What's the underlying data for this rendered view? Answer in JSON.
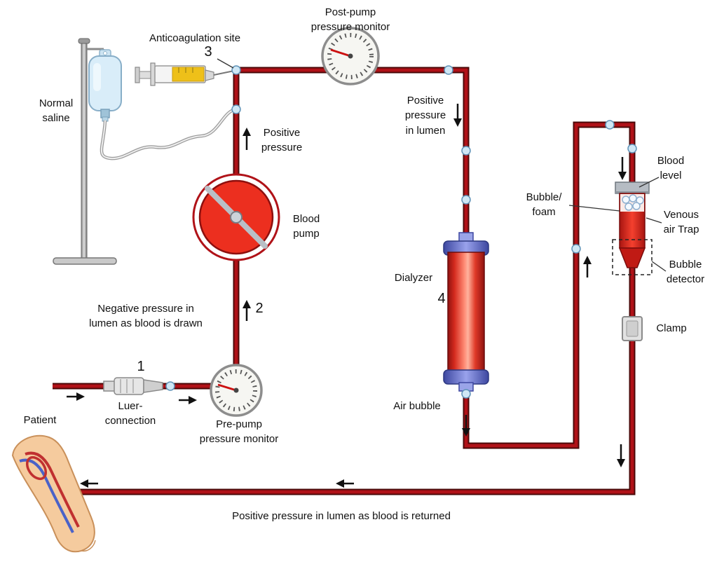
{
  "labels": {
    "normal_saline": "Normal\nsaline",
    "anticoagulation_site": "Anticoagulation site",
    "post_pump_monitor": "Post-pump\npressure monitor",
    "positive_pressure": "Positive\npressure",
    "positive_pressure_in_lumen": "Positive\npressure\nin lumen",
    "blood_pump": "Blood\npump",
    "negative_pressure": "Negative pressure in\nlumen as blood is drawn",
    "luer_connection": "Luer-\nconnection",
    "patient": "Patient",
    "pre_pump_monitor": "Pre-pump\npressure monitor",
    "dialyzer": "Dialyzer",
    "air_bubble": "Air bubble",
    "bubble_foam": "Bubble/\nfoam",
    "blood_level": "Blood\nlevel",
    "venous_air_trap": "Venous\nair Trap",
    "bubble_detector": "Bubble\ndetector",
    "clamp": "Clamp",
    "return_pressure": "Positive pressure in lumen as blood is returned",
    "num1": "1",
    "num2": "2",
    "num3": "3",
    "num4": "4"
  },
  "colors": {
    "blood_line": "#b01218",
    "blood_line_edge": "#4a0808",
    "pump_red": "#ec2f1f",
    "dialyzer_blue_cap": "#4a55b0",
    "saline_bag": "#d9edf9",
    "sensor_dot": "#cfe7f5",
    "needle_red": "#cc1111",
    "skin": "#f5cb9e"
  }
}
